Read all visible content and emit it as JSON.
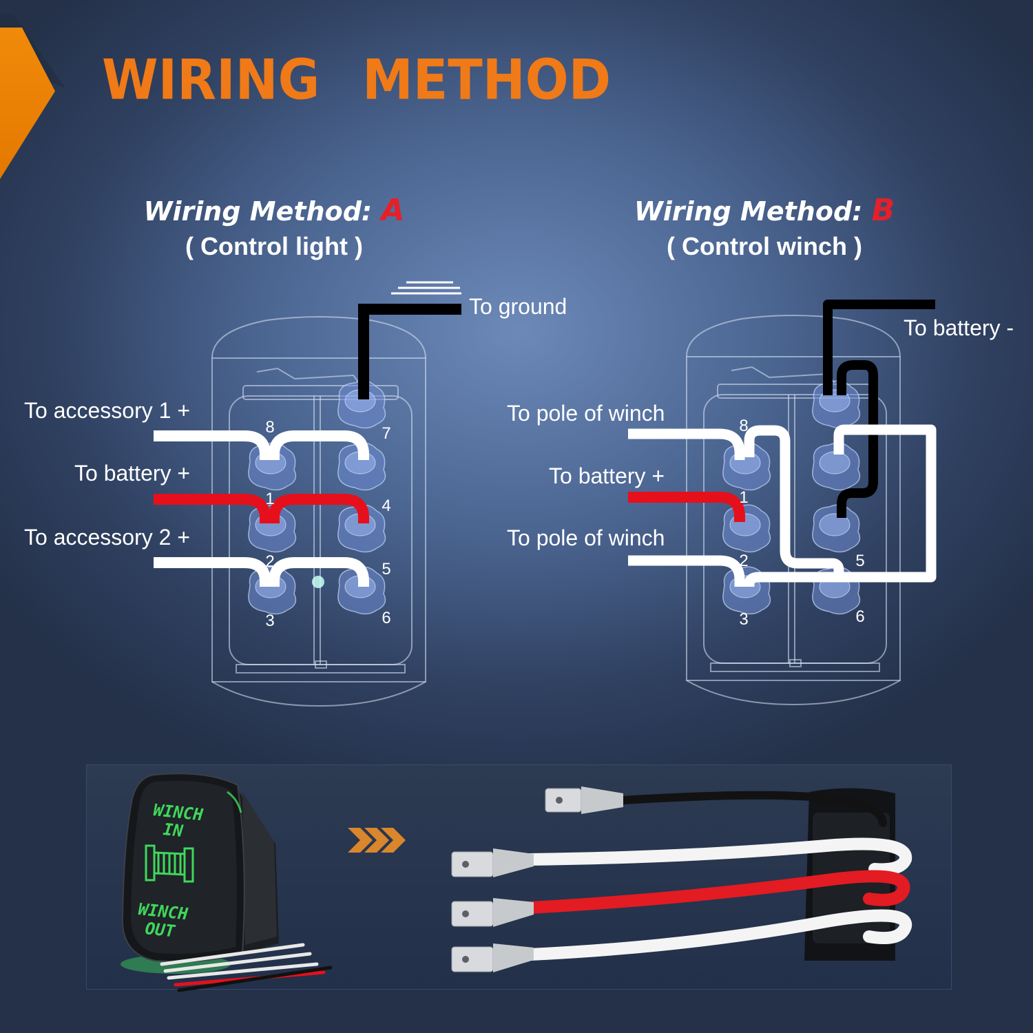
{
  "title": "WIRING METHOD",
  "method_a": {
    "heading": "Wiring Method:",
    "letter": "A",
    "subtitle": "( Control light )",
    "labels": {
      "ground": "To ground",
      "accessory1": "To accessory 1 +",
      "battery": "To battery +",
      "accessory2": "To accessory 2 +"
    },
    "terminals": [
      "8",
      "7",
      "1",
      "4",
      "2",
      "5",
      "3",
      "6"
    ]
  },
  "method_b": {
    "heading": "Wiring Method:",
    "letter": "B",
    "subtitle": "( Control winch )",
    "labels": {
      "battery_neg": "To battery -",
      "pole1": "To pole of winch",
      "battery": "To battery +",
      "pole2": "To pole of winch"
    },
    "terminals": [
      "8",
      "1",
      "5",
      "2",
      "3",
      "6"
    ]
  },
  "switch_face": {
    "top": [
      "WINCH",
      "IN"
    ],
    "bottom": [
      "WINCH",
      "OUT"
    ],
    "color": "#3fd85b"
  },
  "colors": {
    "accent": "#f07a17",
    "wire_red": "#e5101c",
    "wire_white": "#ffffff",
    "wire_black": "#000000"
  }
}
